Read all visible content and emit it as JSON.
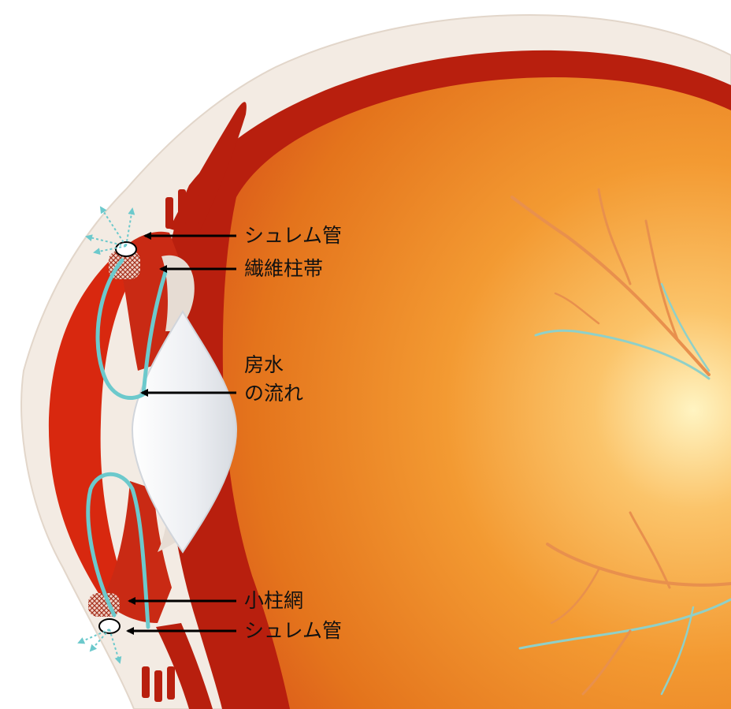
{
  "labels": {
    "schlemm_top": "シュレム管",
    "zonule": "繊維柱帯",
    "aqueous_line1": "房水",
    "aqueous_line2": "の流れ",
    "trabecular": "小柱網",
    "schlemm_bottom": "シュレム管"
  },
  "colors": {
    "background": "#ffffff",
    "sclera": "#f3ebe3",
    "choroid": "#b81f0e",
    "vitreous_center": "#fff4c2",
    "vitreous_edge": "#dd5a16",
    "iris": "#c92a14",
    "lens": "#eef0f3",
    "flow_path": "#6cc9cc",
    "vessel_orange": "#e8904d",
    "vessel_teal": "#8fd0c8",
    "arrow": "#000000"
  }
}
